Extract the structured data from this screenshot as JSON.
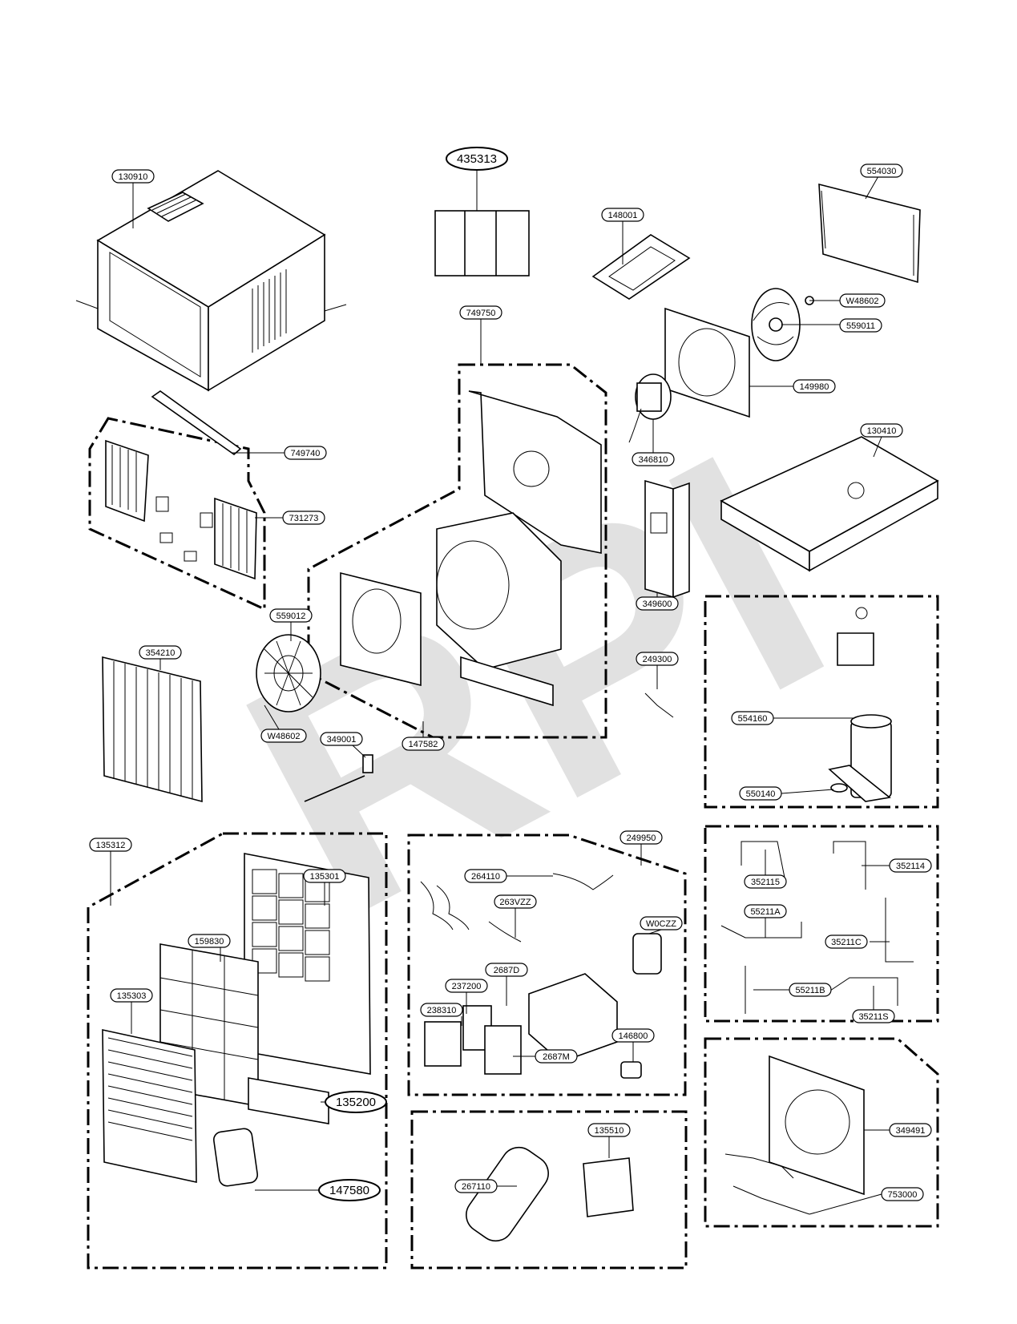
{
  "watermark": "RPI",
  "callouts": [
    {
      "id": "130910",
      "text": "130910"
    },
    {
      "id": "435313",
      "text": "435313"
    },
    {
      "id": "148001",
      "text": "148001"
    },
    {
      "id": "554030",
      "text": "554030"
    },
    {
      "id": "W48602a",
      "text": "W48602"
    },
    {
      "id": "559011",
      "text": "559011"
    },
    {
      "id": "749750",
      "text": "749750"
    },
    {
      "id": "149980",
      "text": "149980"
    },
    {
      "id": "749740",
      "text": "749740"
    },
    {
      "id": "346810",
      "text": "346810"
    },
    {
      "id": "130410",
      "text": "130410"
    },
    {
      "id": "731273",
      "text": "731273"
    },
    {
      "id": "559012",
      "text": "559012"
    },
    {
      "id": "349600",
      "text": "349600"
    },
    {
      "id": "354210",
      "text": "354210"
    },
    {
      "id": "249300",
      "text": "249300"
    },
    {
      "id": "554160",
      "text": "554160"
    },
    {
      "id": "W48602b",
      "text": "W48602"
    },
    {
      "id": "349001",
      "text": "349001"
    },
    {
      "id": "147582",
      "text": "147582"
    },
    {
      "id": "550140",
      "text": "550140"
    },
    {
      "id": "135312",
      "text": "135312"
    },
    {
      "id": "249950",
      "text": "249950"
    },
    {
      "id": "135301",
      "text": "135301"
    },
    {
      "id": "264110",
      "text": "264110"
    },
    {
      "id": "352115",
      "text": "352115"
    },
    {
      "id": "352114",
      "text": "352114"
    },
    {
      "id": "263VZZ",
      "text": "263VZZ"
    },
    {
      "id": "55211A",
      "text": "55211A"
    },
    {
      "id": "35211C",
      "text": "35211C"
    },
    {
      "id": "159830",
      "text": "159830"
    },
    {
      "id": "W0CZZ",
      "text": "W0CZZ"
    },
    {
      "id": "2687D",
      "text": "2687D"
    },
    {
      "id": "237200",
      "text": "237200"
    },
    {
      "id": "55211B",
      "text": "55211B"
    },
    {
      "id": "135303",
      "text": "135303"
    },
    {
      "id": "238310",
      "text": "238310"
    },
    {
      "id": "35211S",
      "text": "35211S"
    },
    {
      "id": "146800",
      "text": "146800"
    },
    {
      "id": "2687M",
      "text": "2687M"
    },
    {
      "id": "135200",
      "text": "135200"
    },
    {
      "id": "349491",
      "text": "349491"
    },
    {
      "id": "267110",
      "text": "267110"
    },
    {
      "id": "135510",
      "text": "135510"
    },
    {
      "id": "753000",
      "text": "753000"
    },
    {
      "id": "147580",
      "text": "147580"
    }
  ]
}
